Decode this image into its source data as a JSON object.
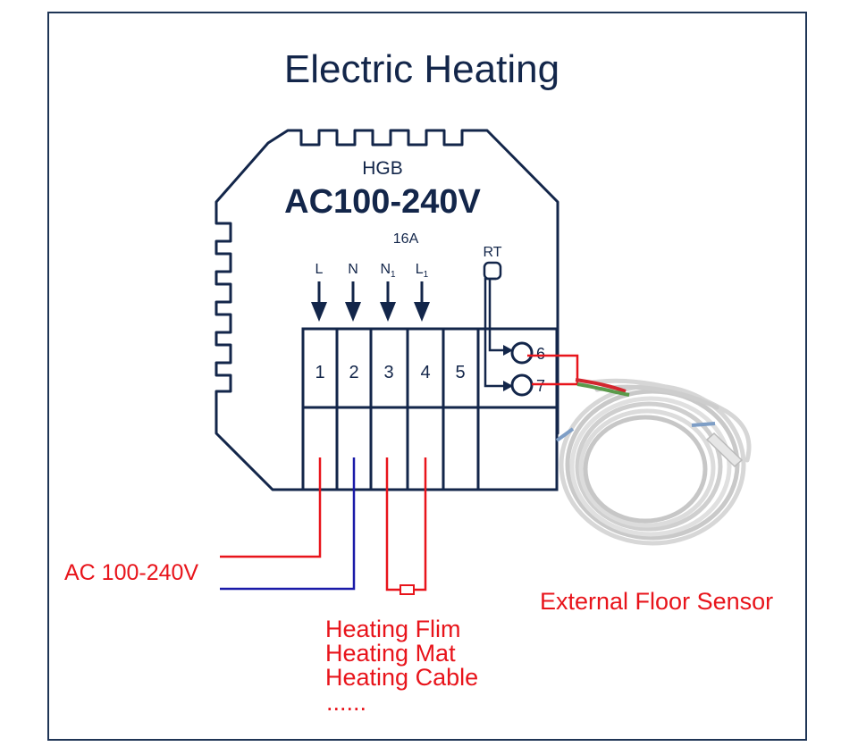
{
  "title": "Electric Heating",
  "device": {
    "brand": "HGB",
    "voltage": "AC100-240V",
    "current": "16A"
  },
  "terminal_labels": {
    "L": "L",
    "N": "N",
    "N1": "N",
    "N1_sub": "1",
    "L1": "L",
    "L1_sub": "1",
    "RT": "RT"
  },
  "terminals": [
    "1",
    "2",
    "3",
    "4",
    "5"
  ],
  "sensor_terminals": [
    "6",
    "7"
  ],
  "labels": {
    "power": "AC 100-240V",
    "sensor": "External Floor Sensor",
    "heating_lines": [
      "Heating Flim",
      "Heating Mat",
      "Heating Cable",
      "......"
    ]
  },
  "colors": {
    "navy": "#13264a",
    "red": "#e8141b",
    "blue": "#1a1aa8",
    "frame": "#1f3556"
  }
}
